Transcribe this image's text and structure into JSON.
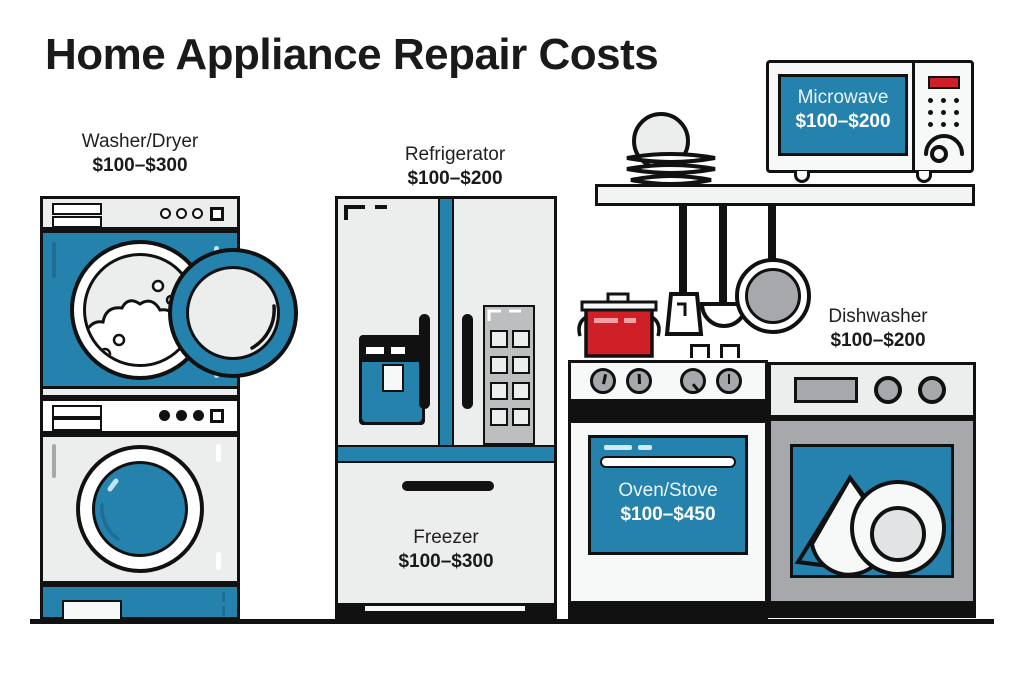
{
  "page": {
    "title": "Home Appliance Repair Costs",
    "background": "#ffffff",
    "accent_blue": "#2482ad",
    "outline": "#111111",
    "light_gray": "#eceded",
    "mid_gray": "#a6a8ab",
    "red": "#cf2027"
  },
  "appliances": [
    {
      "id": "washer-dryer",
      "name": "Washer/Dryer",
      "price": "$100–$300",
      "label_position": "above",
      "label_color": "dark"
    },
    {
      "id": "refrigerator",
      "name": "Refrigerator",
      "price": "$100–$200",
      "label_position": "above",
      "label_color": "dark"
    },
    {
      "id": "freezer",
      "name": "Freezer",
      "price": "$100–$300",
      "label_position": "on-appliance",
      "label_color": "dark"
    },
    {
      "id": "microwave",
      "name": "Microwave",
      "price": "$100–$200",
      "label_position": "on-screen",
      "label_color": "white"
    },
    {
      "id": "oven-stove",
      "name": "Oven/Stove",
      "price": "$100–$450",
      "label_position": "on-door",
      "label_color": "white"
    },
    {
      "id": "dishwasher",
      "name": "Dishwasher",
      "price": "$100–$200",
      "label_position": "above",
      "label_color": "dark"
    }
  ],
  "decor": {
    "shelf_items": [
      "stacked-plates",
      "large-plate",
      "spatula",
      "ladle",
      "frying-pan"
    ],
    "stove_items": [
      "red-pot"
    ],
    "knob_count": 4,
    "microwave_keypad_rows": 3,
    "microwave_keypad_cols": 3,
    "fridge_keypad_rows": 4,
    "fridge_keypad_cols": 2
  }
}
